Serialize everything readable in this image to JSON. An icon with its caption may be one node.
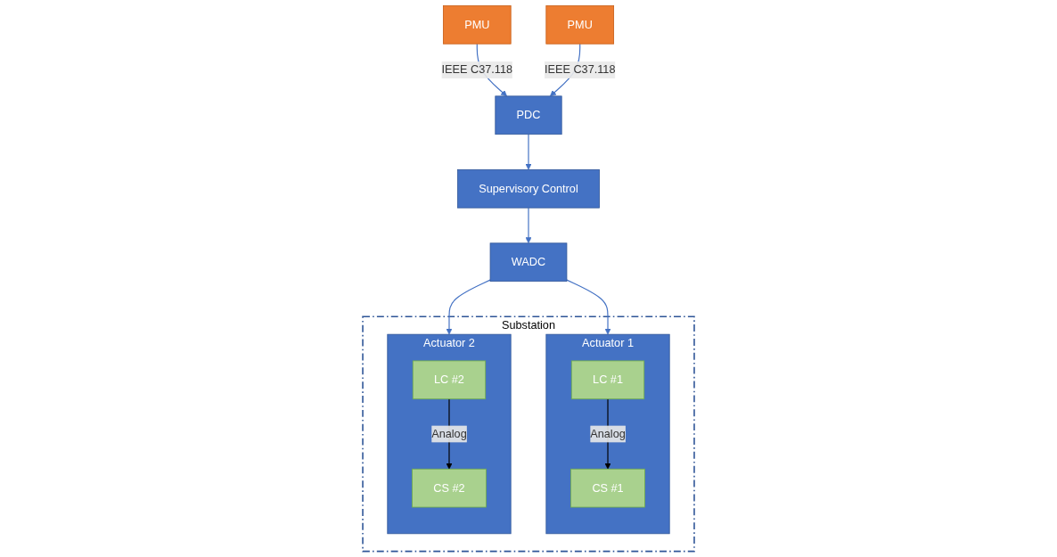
{
  "diagram": {
    "nodes": [
      {
        "text": [
          "PDC"
        ]
      },
      {
        "text": [
          "Supervisory Control"
        ]
      },
      {
        "text": [
          "WADC"
        ]
      },
      {
        "text": [
          "PMU"
        ]
      },
      {
        "text": [
          "Substation"
        ]
      },
      {
        "text": [
          "Actuator 1"
        ],
        "in": 4
      },
      {
        "text": [
          "LC #1"
        ],
        "in": 5
      },
      {
        "text": [
          "CS #1"
        ],
        "in": 5
      },
      {
        "text": [
          "Actuator 2"
        ],
        "in": 4
      },
      {
        "text": [
          "LC #2"
        ],
        "in": 8
      },
      {
        "text": [
          "CS #2"
        ],
        "in": 8
      },
      {
        "text": [
          "PMU"
        ]
      }
    ],
    "edges": [
      {
        "from": 0,
        "to": 1,
        "arrow": "to"
      },
      {
        "from": 1,
        "to": 2,
        "arrow": "to"
      },
      {
        "from": 3,
        "to": 0,
        "arrow": "to",
        "label": "IEEE C37.118"
      },
      {
        "from": 11,
        "to": 0,
        "arrow": "to",
        "label": "IEEE C37.118"
      },
      {
        "from": 2,
        "to": 5,
        "arrow": "to"
      },
      {
        "from": 2,
        "to": 8,
        "arrow": "to"
      },
      {
        "from": 6,
        "to": 7,
        "arrow": "to",
        "label": "Analog",
        "color": "#000000"
      },
      {
        "from": 9,
        "to": 10,
        "arrow": "to",
        "label": "Analog",
        "color": "#000000"
      }
    ]
  }
}
